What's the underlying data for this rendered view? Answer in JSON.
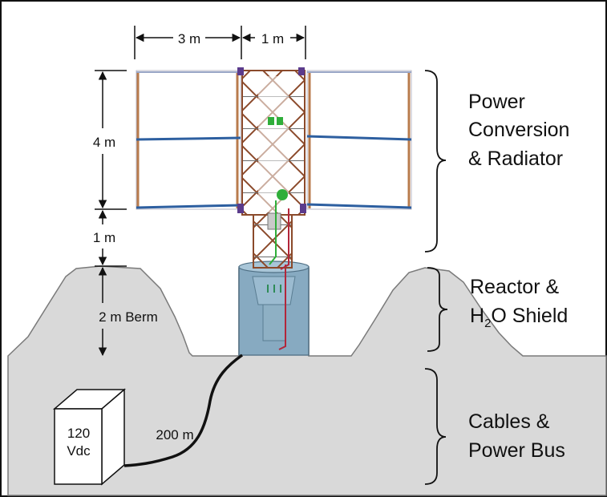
{
  "dimensions": {
    "width_3m": "3 m",
    "width_1m": "1 m",
    "height_4m": "4 m",
    "height_1m": "1 m",
    "berm": "2 m Berm"
  },
  "sections": {
    "power_conversion": [
      "Power",
      "Conversion",
      "& Radiator"
    ],
    "reactor": {
      "line1": "Reactor &",
      "h": "H",
      "sub": "2",
      "rest": "O Shield"
    },
    "cables": [
      "Cables &",
      "Power Bus"
    ]
  },
  "box_label": [
    "120",
    "Vdc"
  ],
  "cable_label": "200 m",
  "colors": {
    "ground": "#d9d9d9",
    "tank": "#7fa6bf",
    "truss": "#8b4a2b",
    "radiator_strut": "#2d5fa0",
    "cable": "#111111"
  }
}
